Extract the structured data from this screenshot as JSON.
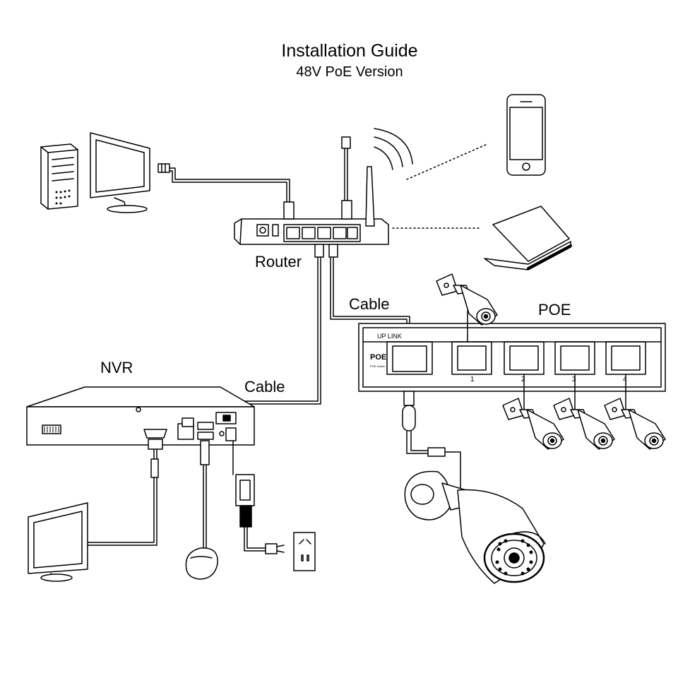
{
  "title": "Installation Guide",
  "subtitle": "48V PoE Version",
  "labels": {
    "router": "Router",
    "nvr": "NVR",
    "poe": "POE",
    "cable_router_poe": "Cable",
    "cable_router_nvr": "Cable"
  },
  "poe_switch": {
    "uplink_label": "UP LINK",
    "panel_mark": "POE",
    "panel_mark_sub": "POE Switch",
    "ports": [
      "1",
      "2",
      "3",
      "4"
    ]
  }
}
